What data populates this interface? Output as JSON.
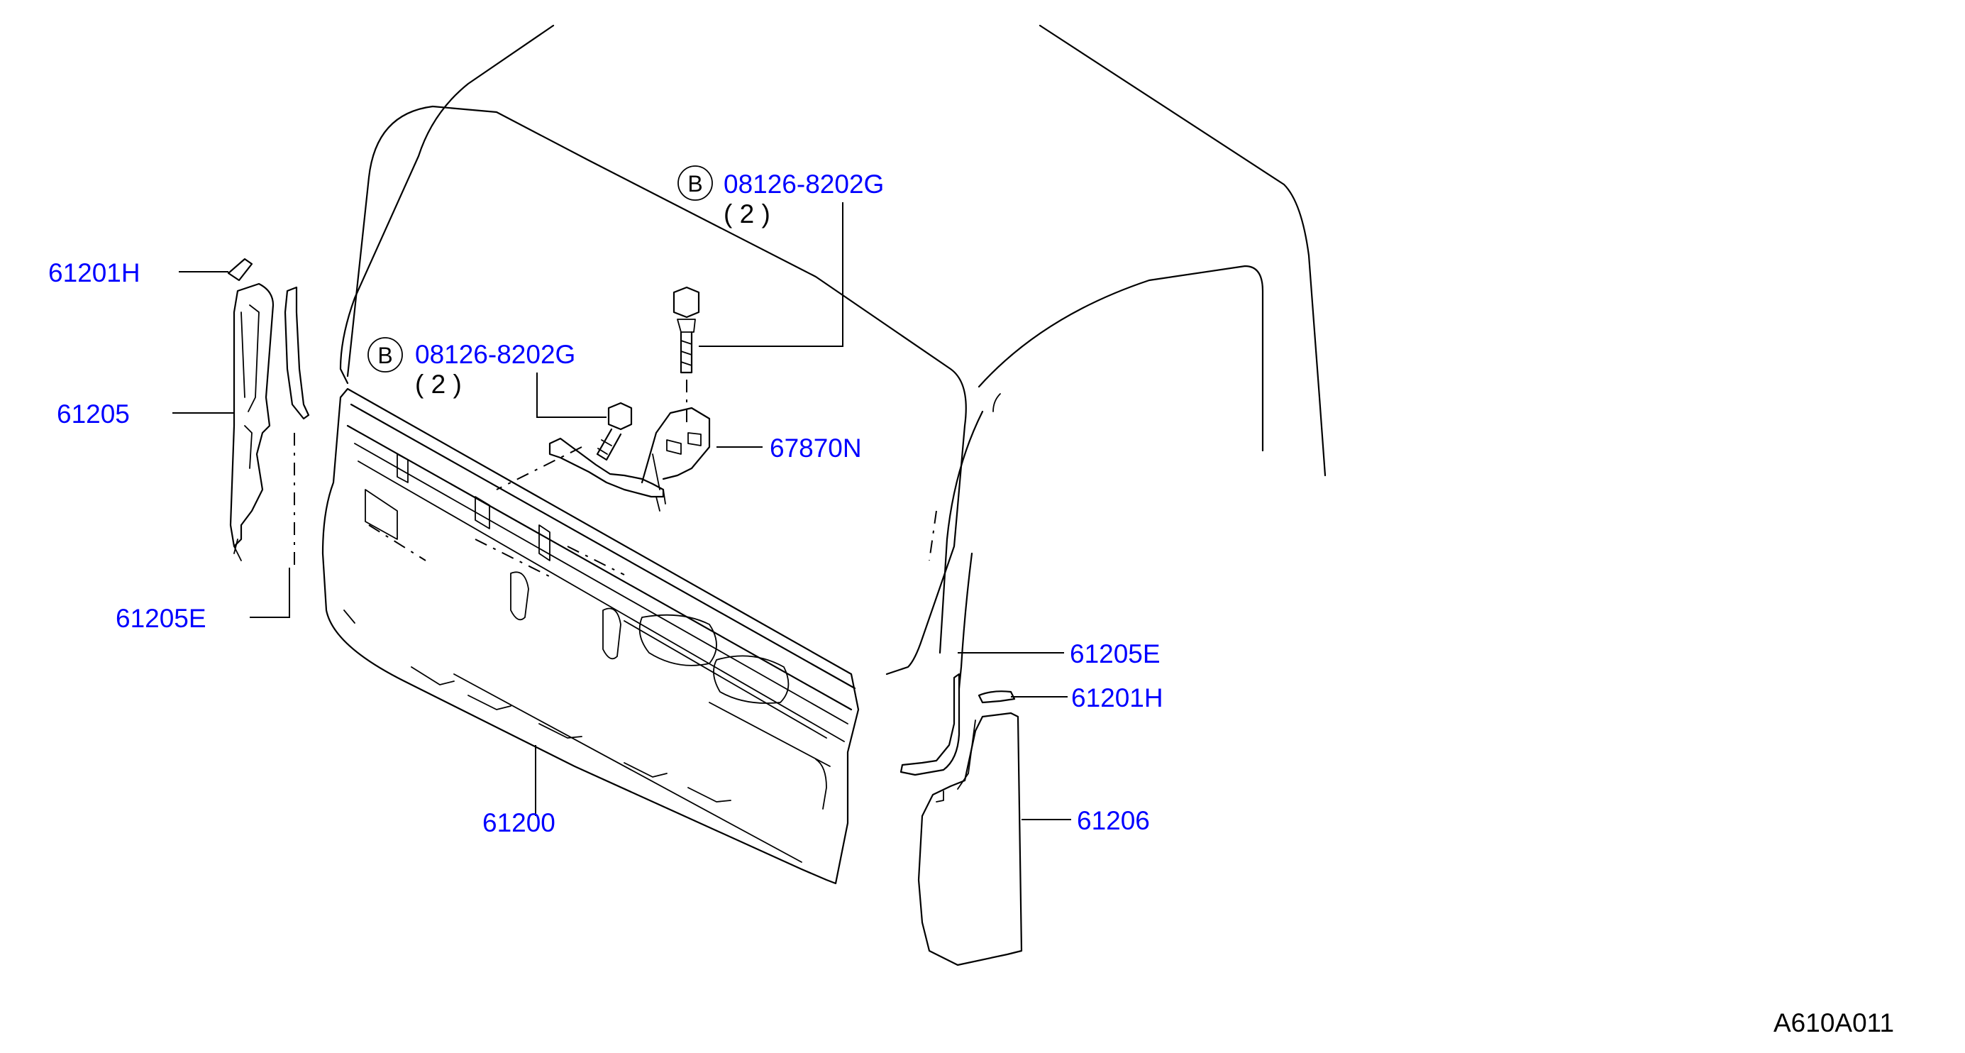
{
  "diagram_code": "A610A011",
  "bolt_marker": "B",
  "callouts": [
    {
      "id": "bolt-upper",
      "part_no": "08126-8202G",
      "qty": "( 2 )"
    },
    {
      "id": "bolt-lower",
      "part_no": "08126-8202G",
      "qty": "( 2 )"
    },
    {
      "id": "cap-left",
      "part_no": "61201H"
    },
    {
      "id": "pillar-left",
      "part_no": "61205"
    },
    {
      "id": "weatherstrip-left",
      "part_no": "61205E"
    },
    {
      "id": "hinge",
      "part_no": "67870N"
    },
    {
      "id": "back-panel",
      "part_no": "61200"
    },
    {
      "id": "weatherstrip-right",
      "part_no": "61205E"
    },
    {
      "id": "cap-right",
      "part_no": "61201H"
    },
    {
      "id": "pillar-right",
      "part_no": "61206"
    }
  ],
  "colors": {
    "part_number": "#0000ff",
    "line": "#000000",
    "background": "#ffffff"
  }
}
